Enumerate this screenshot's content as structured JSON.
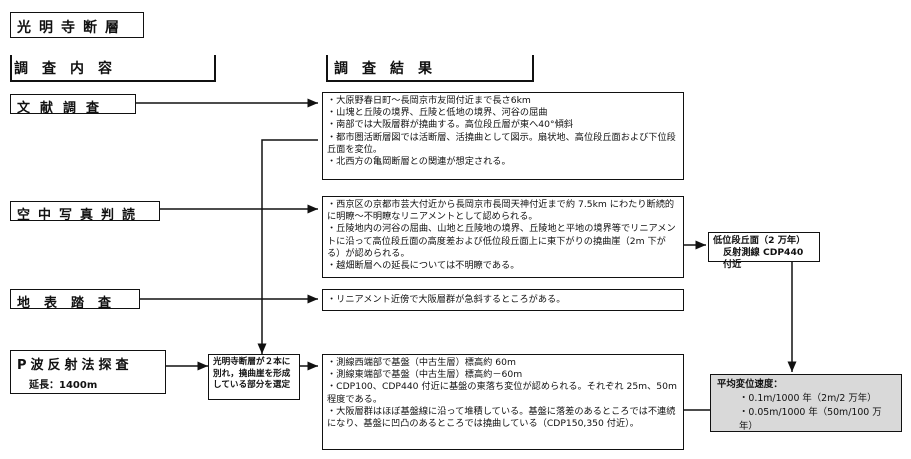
{
  "title": "光明寺断層",
  "headers": {
    "left": "調査内容",
    "right": "調査結果"
  },
  "methods": [
    {
      "label": "文献調査"
    },
    {
      "label": "空中写真判読"
    },
    {
      "label": "地表踏査"
    },
    {
      "label": "P波反射法探査",
      "sub": "延長：1400m"
    }
  ],
  "middle_box": "光明寺断層が２本に別れ，撓曲崖を形成している部分を選定",
  "results": {
    "literature": [
      "・大原野春日町～長岡京市友岡付近まで長さ6km",
      "・山塊と丘陵の境界、丘陵と低地の境界、河谷の屈曲",
      "・南部では大阪層群が撓曲する。高位段丘層が東へ40°傾斜",
      "・都市圏活断層図では活断層、活撓曲として図示。扇状地、高位段丘面および下位段丘面を変位。",
      "・北西方の亀岡断層との関連が想定される。"
    ],
    "aerial": [
      "・西京区の京都市芸大付近から長岡京市長岡天神付近まで約 7.5km にわたり断続的に明瞭～不明瞭なリニアメントとして認められる。",
      "・丘陵地内の河谷の屈曲、山地と丘陵地の境界、丘陵地と平地の境界等でリニアメントに沿って高位段丘面の高度差および低位段丘面上に東下がりの撓曲崖（2m 下がる）が認められる。",
      "・越畑断層への延長については不明瞭である。"
    ],
    "surface": [
      "・リニアメント近傍で大阪層群が急斜するところがある。"
    ],
    "reflection": [
      "・測線西端部で基盤（中古生層）標高約 60m",
      "・測線東端部で基盤（中古生層）標高約－60m",
      "・CDP100、CDP440 付近に基盤の東落ち変位が認められる。それぞれ 25m、50m 程度である。",
      "・大阪層群はほぼ基盤線に沿って堆積している。基盤に落差のあるところでは不連続になり、基盤に凹凸のあるところでは撓曲している（CDP150,350 付近）。"
    ]
  },
  "terrace_box": {
    "line1": "低位段丘面（2 万年）",
    "line2": "反射測線 CDP440 付近"
  },
  "rate_box": {
    "title": "平均変位速度：",
    "rate1": "・0.1m/1000 年（2m/2 万年）",
    "rate2": "・0.05m/1000 年（50m/100 万年）"
  }
}
